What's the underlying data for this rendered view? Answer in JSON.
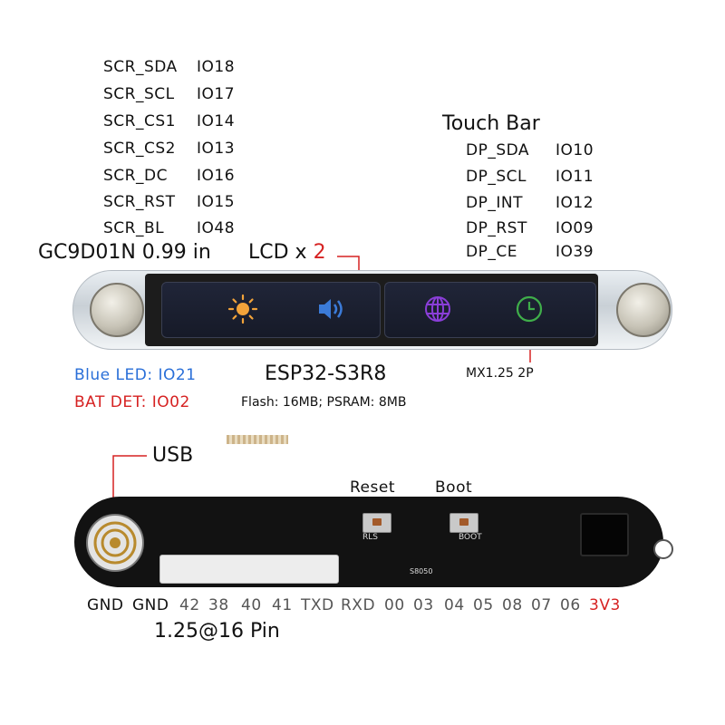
{
  "lcd_pins": [
    {
      "name": "SCR_SDA",
      "io": "IO18"
    },
    {
      "name": "SCR_SCL",
      "io": "IO17"
    },
    {
      "name": "SCR_CS1",
      "io": "IO14"
    },
    {
      "name": "SCR_CS2",
      "io": "IO13"
    },
    {
      "name": "SCR_DC",
      "io": "IO16"
    },
    {
      "name": "SCR_RST",
      "io": "IO15"
    },
    {
      "name": "SCR_BL",
      "io": "IO48"
    }
  ],
  "touch_bar": {
    "title": "Touch Bar",
    "pins": [
      {
        "name": "DP_SDA",
        "io": "IO10"
      },
      {
        "name": "DP_SCL",
        "io": "IO11"
      },
      {
        "name": "DP_INT",
        "io": "IO12"
      },
      {
        "name": "DP_RST",
        "io": "IO09"
      },
      {
        "name": "DP_CE",
        "io": "IO39"
      }
    ]
  },
  "lcd": {
    "driver": "GC9D01N 0.99 in",
    "count_prefix": "LCD x ",
    "count": "2"
  },
  "leds": {
    "blue": "Blue LED: IO21",
    "bat": "BAT DET:  IO02"
  },
  "soc": {
    "name": "ESP32-S3R8",
    "memory": "Flash: 16MB; PSRAM: 8MB"
  },
  "connector_top": "MX1.25 2P",
  "usb_label": "USB",
  "reset_label": "Reset",
  "boot_label": "Boot",
  "silk": {
    "rls": "RLS",
    "boot": "BOOT",
    "s8050": "S8050"
  },
  "bottom_pins": [
    "GND",
    "GND",
    "42",
    "38",
    "40",
    "41",
    "TXD",
    "RXD",
    "00",
    "03",
    "04",
    "05",
    "08",
    "07",
    "06",
    "3V3"
  ],
  "fpc_label": "1.25@16 Pin",
  "icons": [
    "sun-icon",
    "speaker-icon",
    "globe-icon",
    "clock-icon"
  ],
  "colors": {
    "red": "#d62222",
    "blue": "#2a6fd8",
    "sun": "#f2a33a",
    "speaker": "#3b7bd8",
    "globe": "#8a3ed8",
    "clock": "#3fae4a"
  }
}
